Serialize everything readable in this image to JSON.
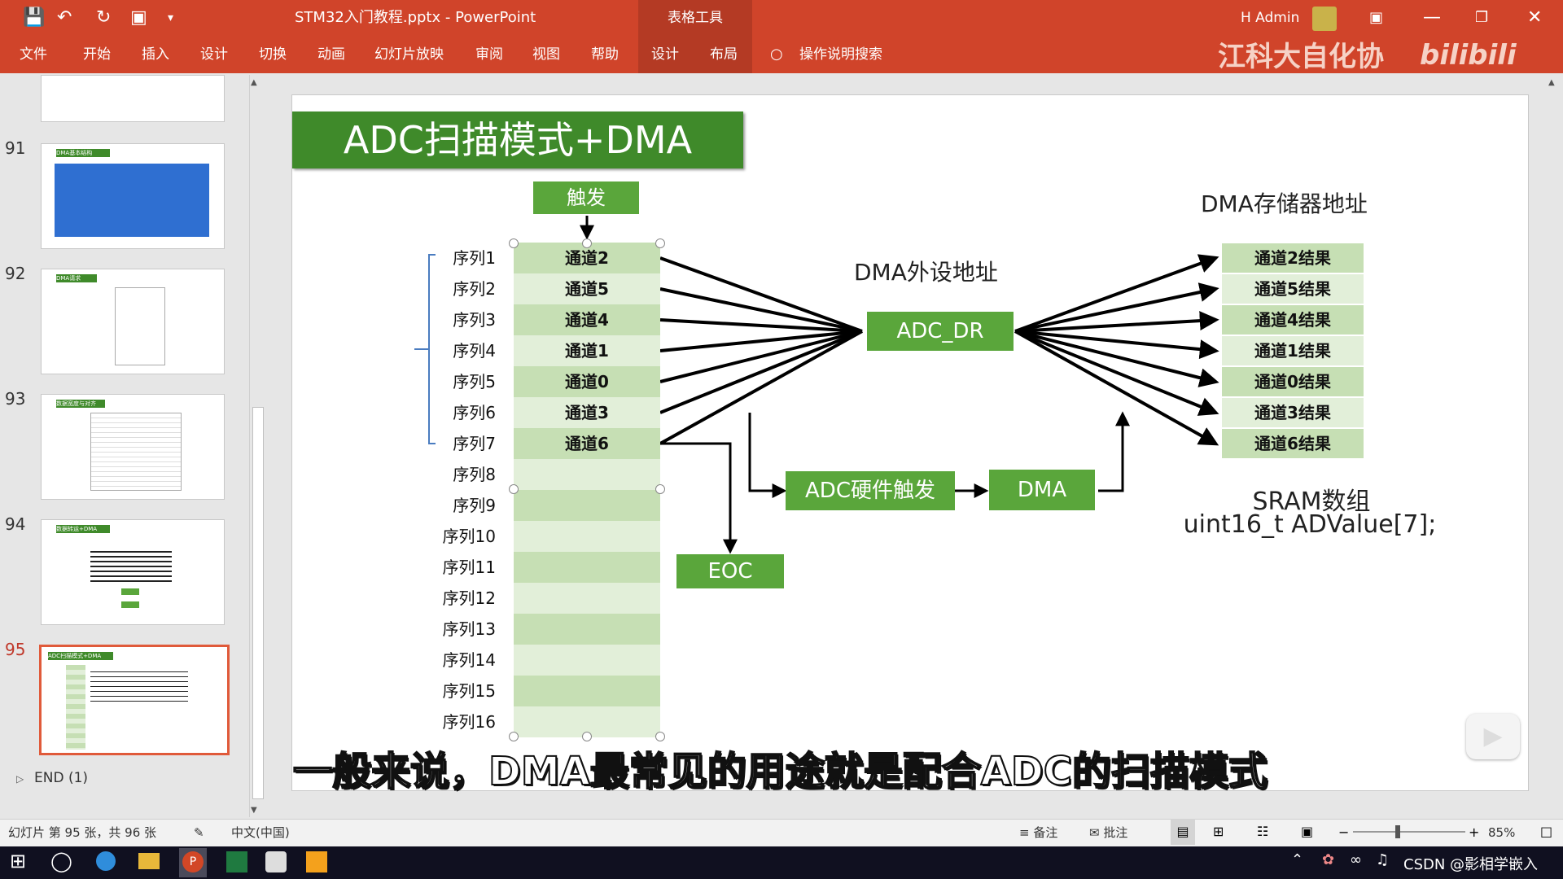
{
  "window": {
    "file_title": "STM32入门教程.pptx",
    "separator": "-",
    "app_name": "PowerPoint",
    "context_tab": "表格工具",
    "user": "H Admin"
  },
  "ribbon": {
    "tabs": [
      "文件",
      "开始",
      "插入",
      "设计",
      "切换",
      "动画",
      "幻灯片放映",
      "审阅",
      "视图",
      "帮助",
      "设计",
      "布局"
    ],
    "search": "操作说明搜索",
    "watermark_text": "江科大自化协",
    "watermark_logo": "bilibili"
  },
  "thumbnails": [
    {
      "num": "91",
      "title": "DMA基本结构"
    },
    {
      "num": "92",
      "title": "DMA请求"
    },
    {
      "num": "93",
      "title": "数据宽度与对齐"
    },
    {
      "num": "94",
      "title": "数据转运+DMA"
    },
    {
      "num": "95",
      "title": "ADC扫描模式+DMA"
    }
  ],
  "section_end": "END (1)",
  "slide": {
    "title": "ADC扫描模式+DMA",
    "trigger": "触发",
    "sequence_labels": [
      "序列1",
      "序列2",
      "序列3",
      "序列4",
      "序列5",
      "序列6",
      "序列7",
      "序列8",
      "序列9",
      "序列10",
      "序列11",
      "序列12",
      "序列13",
      "序列14",
      "序列15",
      "序列16"
    ],
    "channels": [
      "通道2",
      "通道5",
      "通道4",
      "通道1",
      "通道0",
      "通道3",
      "通道6"
    ],
    "peripheral_addr_label": "DMA外设地址",
    "adc_dr": "ADC_DR",
    "memory_addr_label": "DMA存储器地址",
    "results": [
      "通道2结果",
      "通道5结果",
      "通道4结果",
      "通道1结果",
      "通道0结果",
      "通道3结果",
      "通道6结果"
    ],
    "adc_hw_trigger": "ADC硬件触发",
    "dma": "DMA",
    "eoc": "EOC",
    "sram_label": "SRAM数组",
    "sram_code": "uint16_t ADValue[7];"
  },
  "subtitle": "一般来说，DMA最常见的用途就是配合ADC的扫描模式",
  "status": {
    "slide_info": "幻灯片 第 95 张，共 96 张",
    "language": "中文(中国)",
    "notes": "备注",
    "comments": "批注",
    "zoom_minus": "−",
    "zoom_plus": "+",
    "zoom": "85%"
  },
  "taskbar": {
    "right_text": "CSDN @影相学嵌入"
  },
  "colors": {
    "title_bar": "#d0442a",
    "green": "#5aa63b",
    "cell_light": "#e2efd9",
    "cell_dark": "#c6dfb4"
  }
}
